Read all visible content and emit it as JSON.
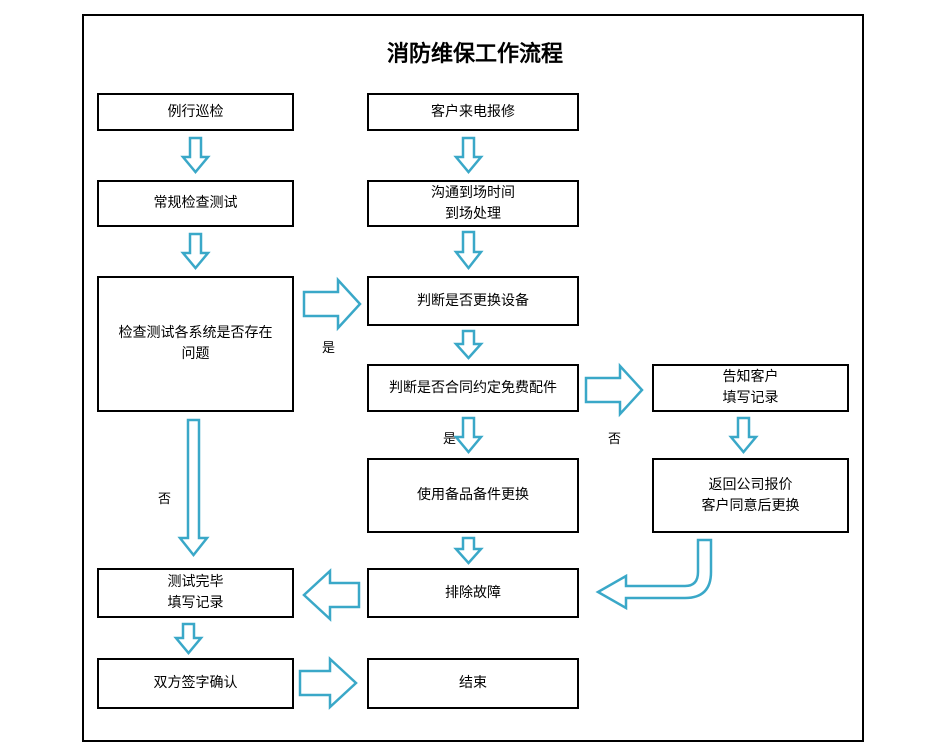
{
  "title": "消防维保工作流程",
  "nodes": {
    "routine_inspection": "例行巡检",
    "regular_test": "常规检查测试",
    "check_problems": "检查测试各系统是否存在\n问题",
    "test_complete": "测试完毕\n填写记录",
    "both_sign": "双方签字确认",
    "customer_call": "客户来电报修",
    "arrange_time": "沟通到场时间\n到场处理",
    "judge_replace": "判断是否更换设备",
    "judge_contract": "判断是否合同约定免费配件",
    "use_spare": "使用备品备件更换",
    "troubleshoot": "排除故障",
    "end": "结束",
    "inform_customer": "告知客户\n填写记录",
    "return_quote": "返回公司报价\n客户同意后更换"
  },
  "labels": {
    "yes_1": "是",
    "no_1": "否",
    "yes_2": "是",
    "no_2": "否"
  },
  "colors": {
    "arrow_stroke": "#3aa8c8",
    "box_border": "#000000"
  }
}
